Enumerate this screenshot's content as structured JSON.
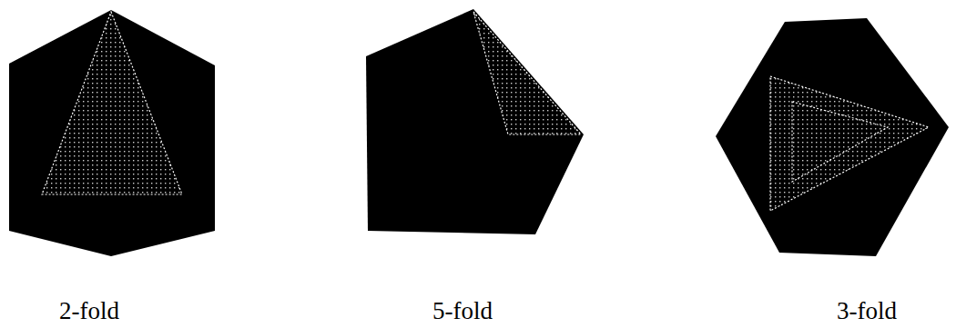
{
  "diagram": {
    "labels": [
      "2-fold",
      "5-fold",
      "3-fold"
    ]
  }
}
